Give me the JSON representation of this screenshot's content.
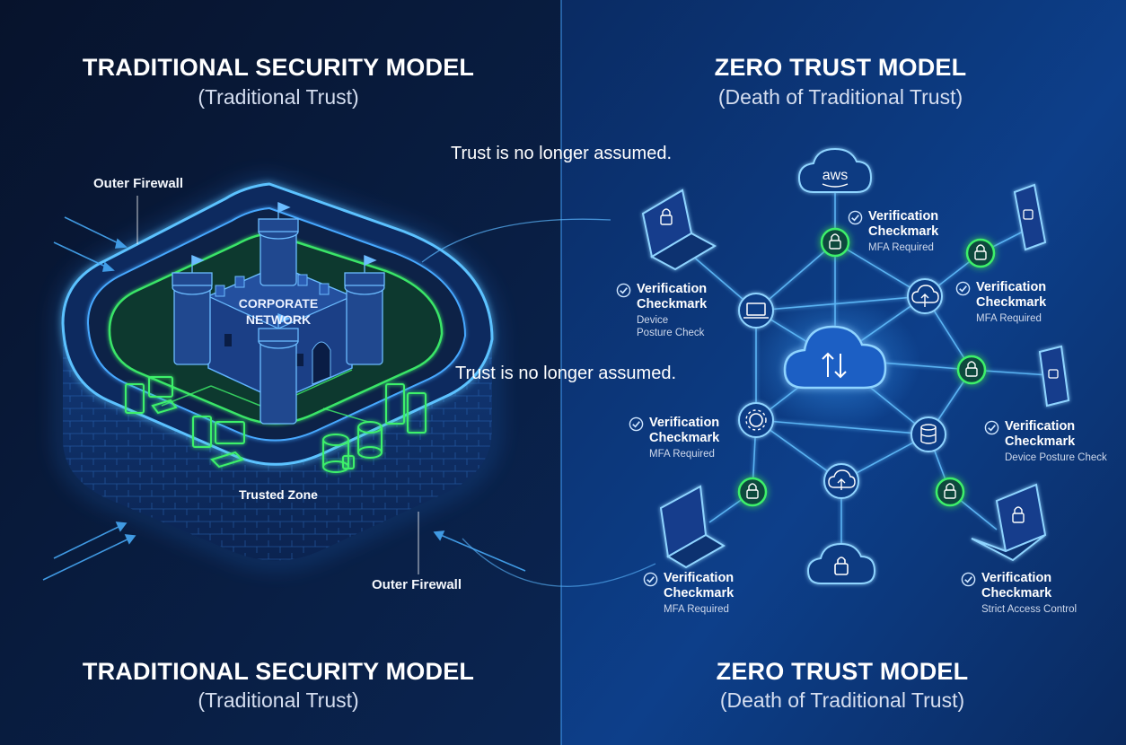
{
  "panels": {
    "left": {
      "title_top": "TRADITIONAL SECURITY MODEL",
      "subtitle_top": "(Traditional Trust)",
      "title_bottom": "TRADITIONAL SECURITY MODEL",
      "subtitle_bottom": "(Traditional Trust)"
    },
    "right": {
      "title_top": "ZERO TRUST MODEL",
      "subtitle_top": "(Death of Traditional Trust)",
      "title_bottom": "ZERO TRUST MODEL",
      "subtitle_bottom": "(Death of Traditional Trust)"
    }
  },
  "taglines": [
    "Trust is no longer assumed.",
    "Trust is no longer assumed."
  ],
  "castle": {
    "outer_firewall_top": "Outer Firewall",
    "outer_firewall_bottom": "Outer Firewall",
    "network_line1": "CORPORATE",
    "network_line2": "NETWORK",
    "trusted_zone": "Trusted Zone"
  },
  "cloud_brand": "aws",
  "verifications": [
    {
      "head1": "Verification",
      "head2": "Checkmark",
      "sub1": "MFA Required",
      "sub2": ""
    },
    {
      "head1": "Verification",
      "head2": "Checkmark",
      "sub1": "Device",
      "sub2": "Posture Check"
    },
    {
      "head1": "Verification",
      "head2": "Checkmark",
      "sub1": "MFA Required",
      "sub2": ""
    },
    {
      "head1": "Verification",
      "head2": "Checkmark",
      "sub1": "MFA Required",
      "sub2": ""
    },
    {
      "head1": "Verification",
      "head2": "Checkmark",
      "sub1": "Device Posture Check",
      "sub2": ""
    },
    {
      "head1": "Verification",
      "head2": "Checkmark",
      "sub1": "MFA Required",
      "sub2": ""
    },
    {
      "head1": "Verification",
      "head2": "Checkmark",
      "sub1": "Strict Access Control",
      "sub2": ""
    }
  ],
  "colors": {
    "background_left": "#061633",
    "background_right": "#0a3a80",
    "neon_blue": "#39a8ff",
    "neon_green": "#3ef06a",
    "text_white": "#ffffff"
  }
}
